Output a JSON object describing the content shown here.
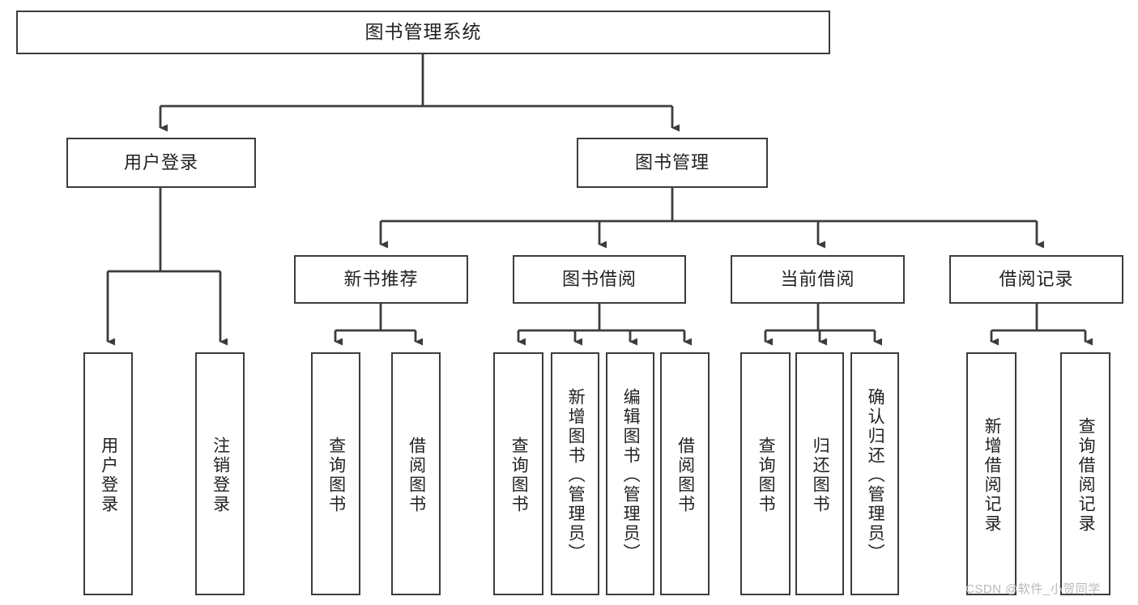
{
  "diagram": {
    "type": "hierarchy-tree",
    "title": "图书管理系统",
    "levels": 4,
    "root": {
      "label": "图书管理系统"
    },
    "level2": [
      {
        "label": "用户登录"
      },
      {
        "label": "图书管理"
      }
    ],
    "level3": [
      {
        "label": "新书推荐"
      },
      {
        "label": "图书借阅"
      },
      {
        "label": "当前借阅"
      },
      {
        "label": "借阅记录"
      }
    ],
    "leaves": {
      "user_login": [
        {
          "label": "用户登录"
        },
        {
          "label": "注销登录"
        }
      ],
      "new_book_recommend": [
        {
          "label": "查询图书"
        },
        {
          "label": "借阅图书"
        }
      ],
      "book_borrow": [
        {
          "label": "查询图书"
        },
        {
          "label": "新增图书（管理员）"
        },
        {
          "label": "编辑图书（管理员）"
        },
        {
          "label": "借阅图书"
        }
      ],
      "current_borrow": [
        {
          "label": "查询图书"
        },
        {
          "label": "归还图书"
        },
        {
          "label": "确认归还（管理员）"
        }
      ],
      "borrow_record": [
        {
          "label": "新增借阅记录"
        },
        {
          "label": "查询借阅记录"
        }
      ]
    }
  },
  "watermark": {
    "text": "CSDN @软件_小贺同学"
  },
  "colors": {
    "border": "#3c3c3c",
    "background": "#ffffff",
    "text": "#222222",
    "watermark": "#b9b9b9"
  }
}
